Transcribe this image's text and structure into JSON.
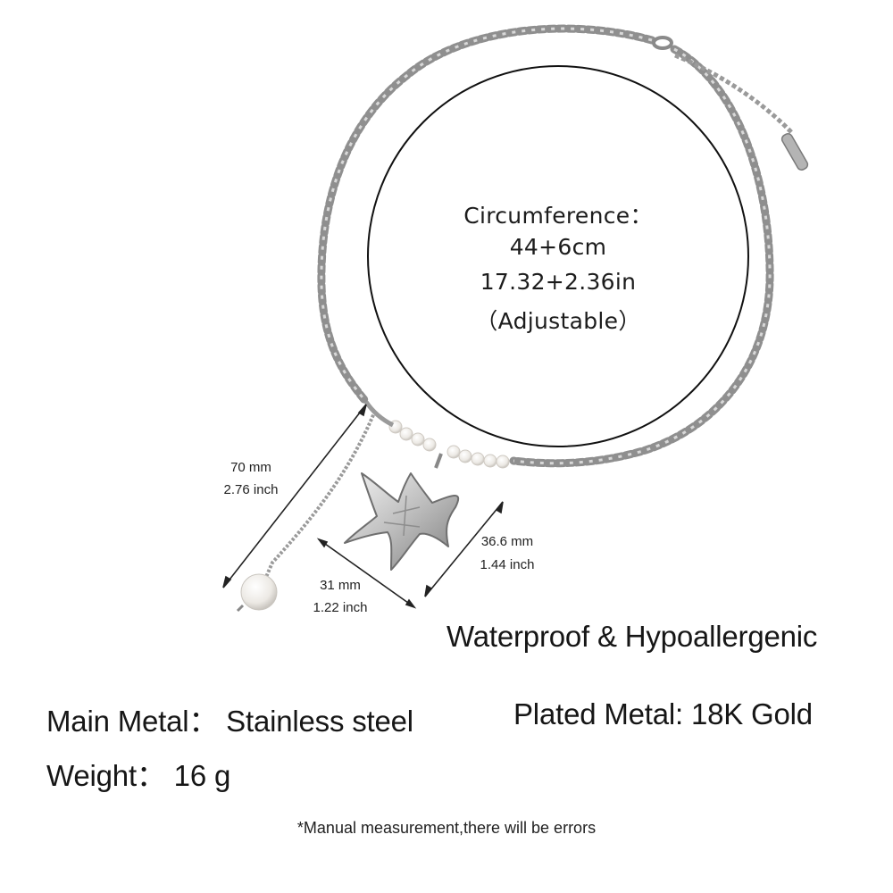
{
  "circumference": {
    "label": "Circumference：",
    "metric": "44+6cm",
    "imperial": "17.32+2.36in",
    "note": "（Adjustable）"
  },
  "dimensions": {
    "chain_length": {
      "metric": "70 mm",
      "imperial": "2.76 inch"
    },
    "pendant_height": {
      "metric": "36.6 mm",
      "imperial": "1.44 inch"
    },
    "pendant_width": {
      "metric": "31 mm",
      "imperial": "1.22 inch"
    }
  },
  "features": "Waterproof & Hypoallergenic",
  "specs": {
    "main_metal": "Main Metal：  Stainless steel",
    "plated_metal": "Plated Metal: 18K Gold",
    "weight": "Weight：  16 g"
  },
  "disclaimer": "*Manual measurement,there will be errors",
  "colors": {
    "background": "#ffffff",
    "chain_silver": "#9a9a9a",
    "pearl": "#f2f0ec",
    "text": "#111111"
  },
  "icons": [
    "necklace-chain-illustration",
    "starfish-pendant-illustration",
    "pearl-drop-illustration",
    "measurement-arrow-icon"
  ]
}
